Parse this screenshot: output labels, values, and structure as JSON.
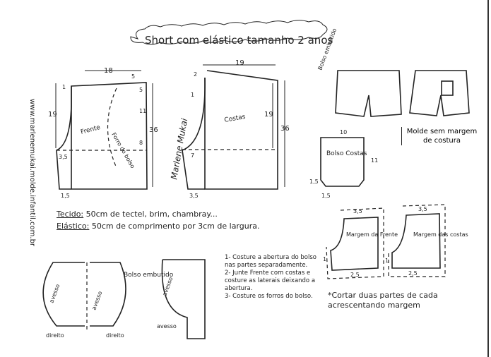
{
  "title": "Short com elástico tamanho 2 anos",
  "website": "www.marlenemukai.molde.infantil.com.br",
  "signature": "Marlene Mukai",
  "front_piece": {
    "label": "Frente",
    "pocket_label": "Forro do bolso",
    "width": "18",
    "height_total": "36",
    "crotch_height": "19",
    "rise": "1",
    "waist_offset": "5",
    "pocket_top": "5",
    "pocket_open": "11",
    "pocket_depth": "8",
    "crotch_ext": "3,5",
    "hem_offset": "1,5"
  },
  "back_piece": {
    "label": "Costas",
    "width": "19",
    "height_total": "36",
    "crotch_height": "19",
    "rise": "2",
    "rise2": "1",
    "crotch_ext": "7",
    "hem_offset": "3,5"
  },
  "illustration": {
    "label": "Bolso embutido"
  },
  "back_pocket": {
    "label": "Bolso Costas",
    "width": "10",
    "height": "11",
    "corner": "1,5",
    "corner2": "1,5"
  },
  "note_no_margin": "Molde sem margem de costura",
  "materials": {
    "fabric_label": "Tecido:",
    "fabric": "50cm de tectel, brim, chambray...",
    "elastic_label": "Elástico:",
    "elastic": "50cm de comprimento por 3cm de largura."
  },
  "pocket_diagram": {
    "label": "Bolso embutido",
    "avesso": "avesso",
    "direito": "direito"
  },
  "instructions": [
    "1- Costure a abertura do bolso nas partes separadamente.",
    "2- Junte Frente com costas e costure as laterais deixando a abertura.",
    "3- Costure os forros do bolso."
  ],
  "facings": [
    {
      "label": "Margem da Frente",
      "top": "3,5",
      "bottom": "2,5",
      "side": "1"
    },
    {
      "label": "Margem das costas",
      "top": "3,5",
      "bottom": "2,5",
      "side": "1"
    }
  ],
  "cut_note": "*Cortar duas partes de cada acrescentando margem"
}
